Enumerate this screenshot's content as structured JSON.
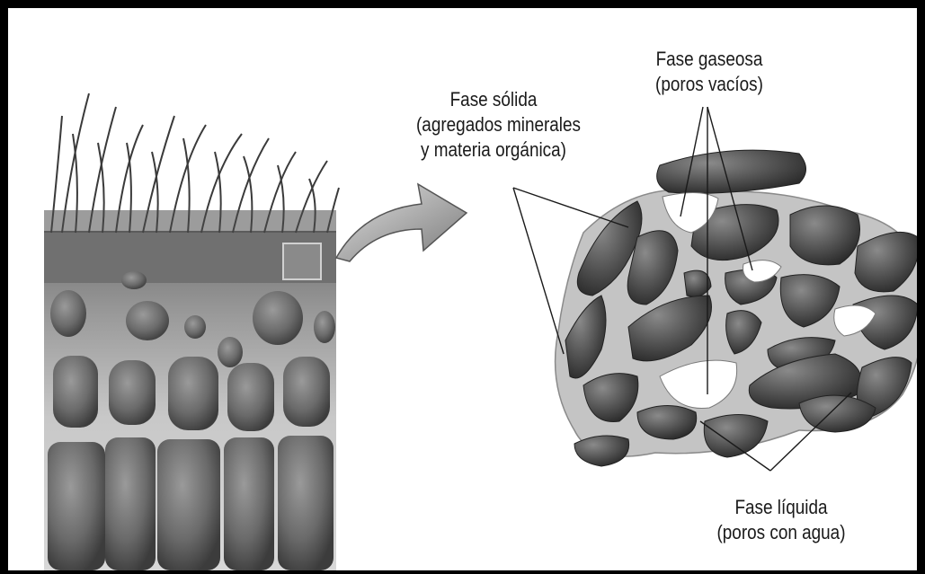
{
  "labels": {
    "solid_line1": "Fase sólida",
    "solid_line2": "(agregados minerales",
    "solid_line3": "y materia orgánica)",
    "gas_line1": "Fase gaseosa",
    "gas_line2": "(poros vacíos)",
    "liquid_line1": "Fase líquida",
    "liquid_line2": "(poros con agua)"
  },
  "colors": {
    "border": "#000000",
    "aggregate": "#4a4a4a",
    "water_film": "#bdbdbd",
    "soil_top": "#7a7a7a",
    "arrow": "#9a9a9a"
  }
}
